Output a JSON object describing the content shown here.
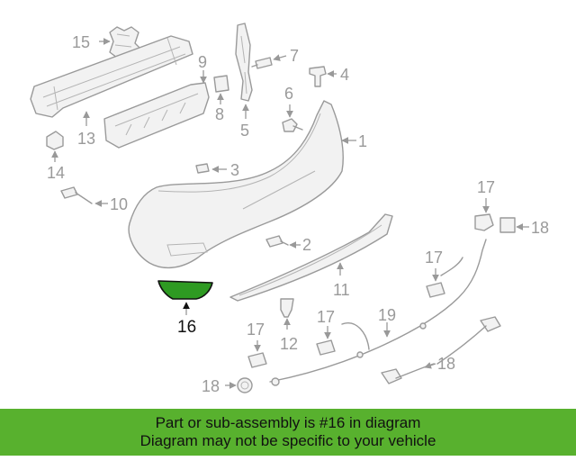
{
  "diagram": {
    "callouts": {
      "c1": "1",
      "c2": "2",
      "c3": "3",
      "c4": "4",
      "c5": "5",
      "c6": "6",
      "c7": "7",
      "c8": "8",
      "c9": "9",
      "c10": "10",
      "c11": "11",
      "c12": "12",
      "c13": "13",
      "c14": "14",
      "c15": "15",
      "c16": "16",
      "c17a": "17",
      "c17b": "17",
      "c17c": "17",
      "c17d": "17",
      "c18a": "18",
      "c18b": "18",
      "c18c": "18",
      "c19": "19"
    },
    "highlight_color": "#2e9a22",
    "line_color": "#999999"
  },
  "banner": {
    "line1": "Part or sub-assembly is #16 in diagram",
    "line2": "Diagram may not be specific to your vehicle",
    "background": "#58b12e"
  }
}
